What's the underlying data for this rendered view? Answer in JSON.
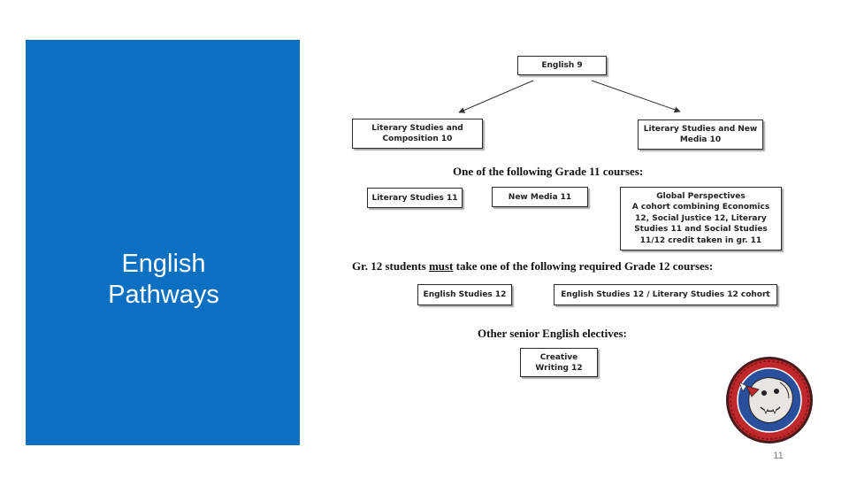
{
  "side_panel": {
    "title_line1": "English",
    "title_line2": "Pathways",
    "color": "#0b6fc2"
  },
  "diagram": {
    "top_box": "English 9",
    "grade10": [
      "Literary Studies and\nComposition 10",
      "Literary Studies and New\nMedia 10"
    ],
    "grade11_heading": "One of the following Grade 11 courses:",
    "grade11": [
      "Literary Studies 11",
      "New Media 11",
      "Global Perspectives\nA cohort combining Economics\n12, Social Justice 12, Literary\nStudies 11 and Social Studies\n11/12 credit taken in gr. 11"
    ],
    "grade12_heading_pre": "Gr. 12 students ",
    "grade12_heading_must": "must",
    "grade12_heading_post": " take one of the following required Grade 12 courses:",
    "grade12": [
      "English Studies 12",
      "English Studies 12 / Literary Studies 12 cohort"
    ],
    "electives_heading": "Other senior English electives:",
    "electives": [
      "Creative\nWriting 12"
    ]
  },
  "page_number": "11",
  "logo": {
    "icon": "school-crest-icon",
    "ring_color": "#c0282c",
    "inner_color": "#2a4f9c"
  }
}
